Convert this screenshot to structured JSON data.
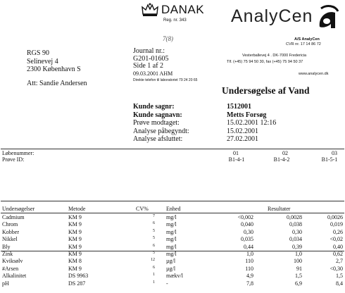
{
  "header": {
    "danak": "DANAK",
    "reg_no": "Reg. nr. 343",
    "company": "AnalyCen",
    "company_name": "A/S AnalyCen",
    "cvr": "CVR nr. 17 14 86 72",
    "address_line": "Vesterballevej 4 . DK-7000 Fredericia",
    "phone_line": "Tlf. (+45) 75 94 50 30, fax (+45) 75 94 50 37",
    "web": "www.analycen.dk",
    "handwritten_note": "7(8)"
  },
  "recipient": {
    "line1": "RGS 90",
    "line2": "Selinevej 4",
    "line3": "2300  København S",
    "attention": "Att: Sandie Andersen"
  },
  "journal": {
    "label": "Journal nr.:",
    "number": "G201-01605",
    "page": "Side 1  af  2",
    "date": "09.03.2001 AHM",
    "direct_phone": "Direkte telefon til laboratoriet 79 24 20 65"
  },
  "document": {
    "title": "Undersøgelse af Vand"
  },
  "fields": [
    {
      "label": "Kunde sagnr:",
      "value": "1512001",
      "bold": true
    },
    {
      "label": "Kunde sagnavn:",
      "value": "Metts Forsøg",
      "bold": true
    },
    {
      "label": "Prøve modtaget:",
      "value": "15.02.2001  12:16",
      "bold": false
    },
    {
      "label": "Analyse påbegyndt:",
      "value": "15.02.2001",
      "bold": false
    },
    {
      "label": "Analyse afsluttet:",
      "value": "27.02.2001",
      "bold": false
    }
  ],
  "samples": {
    "label1": "Løbenummer:",
    "label2": "Prøve ID:",
    "numbers": [
      "01",
      "02",
      "03"
    ],
    "ids": [
      "B1-4-1",
      "B1-4-2",
      "B1-5-1"
    ]
  },
  "table": {
    "headers": {
      "undersogelse": "Undersøgelser",
      "metode": "Metode",
      "cv": "CV%",
      "enhed": "Enhed",
      "resultater": "Resultater"
    },
    "rows": [
      {
        "name": "Cadmium",
        "method": "KM 9",
        "cv": "7",
        "unit": "mg/l",
        "r1": "<0,002",
        "r2": "0,0028",
        "r3": "0,0026"
      },
      {
        "name": "Chrom",
        "method": "KM 9",
        "cv": "6",
        "unit": "mg/l",
        "r1": "0,040",
        "r2": "0,038",
        "r3": "0,019"
      },
      {
        "name": "Kobber",
        "method": "KM 9",
        "cv": "5",
        "unit": "mg/l",
        "r1": "0,30",
        "r2": "0,30",
        "r3": "0,26"
      },
      {
        "name": "Nikkel",
        "method": "KM 9",
        "cv": "5",
        "unit": "mg/l",
        "r1": "0,035",
        "r2": "0,034",
        "r3": "<0,02"
      },
      {
        "name": "Bly",
        "method": "KM 9",
        "cv": "6",
        "unit": "mg/l",
        "r1": "0,44",
        "r2": "0,39",
        "r3": "0,40"
      },
      {
        "name": "Zink",
        "method": "KM 9",
        "cv": "5",
        "unit": "mg/l",
        "r1": "1,0",
        "r2": "1,0",
        "r3": "0,62"
      },
      {
        "name": "Kviksølv",
        "method": "KM 8",
        "cv": "12",
        "unit": "µg/l",
        "r1": "110",
        "r2": "100",
        "r3": "2,7"
      },
      {
        "name": "#Arsen",
        "method": "KM 9",
        "cv": "6",
        "unit": "µg/l",
        "r1": "110",
        "r2": "91",
        "r3": "<0,30"
      },
      {
        "name": "Alkalinitet",
        "method": "DS 9963",
        "cv": "1",
        "unit": "mækv/l",
        "r1": "4,9",
        "r2": "1,5",
        "r3": "1,5"
      },
      {
        "name": "pH",
        "method": "DS 287",
        "cv": "1",
        "unit": "-",
        "r1": "7,8",
        "r2": "6,9",
        "r3": "8,4"
      }
    ]
  }
}
